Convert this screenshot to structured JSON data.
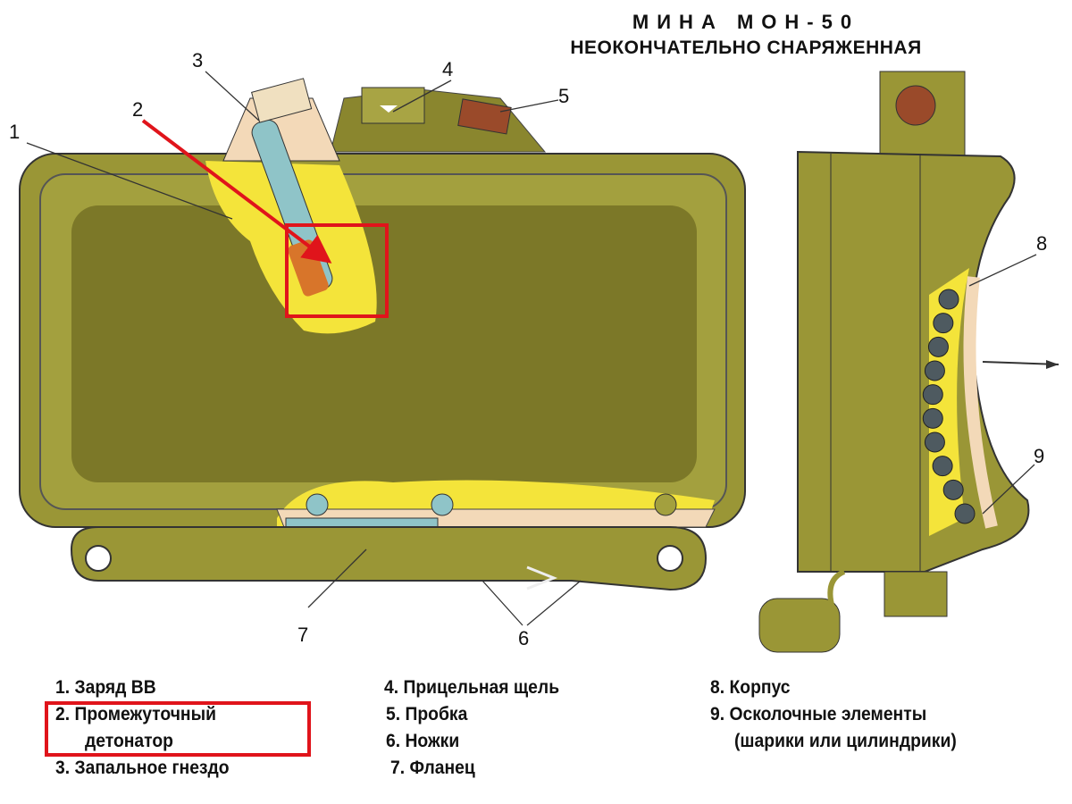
{
  "title": {
    "line1": "МИНА МОН-50",
    "line2": "НЕОКОНЧАТЕЛЬНО СНАРЯЖЕННАЯ"
  },
  "callouts": [
    "1",
    "2",
    "3",
    "4",
    "5",
    "6",
    "7",
    "8",
    "9"
  ],
  "legend": {
    "col1": [
      "1. Заряд ВВ",
      "2. Промежуточный",
      "детонатор",
      "3. Запальное гнездо"
    ],
    "col2": [
      "4. Прицельная щель",
      "5. Пробка",
      "6. Ножки",
      "7. Фланец"
    ],
    "col3": [
      "8. Корпус",
      "9. Осколочные элементы",
      "(шарики или цилиндрики)"
    ]
  },
  "colors": {
    "body": "#9a9636",
    "body_dark": "#7c7828",
    "explosive": "#f4e43a",
    "highlight": "#e0141b",
    "metal": "#8fc4c8",
    "flange": "#f3d9b8"
  }
}
